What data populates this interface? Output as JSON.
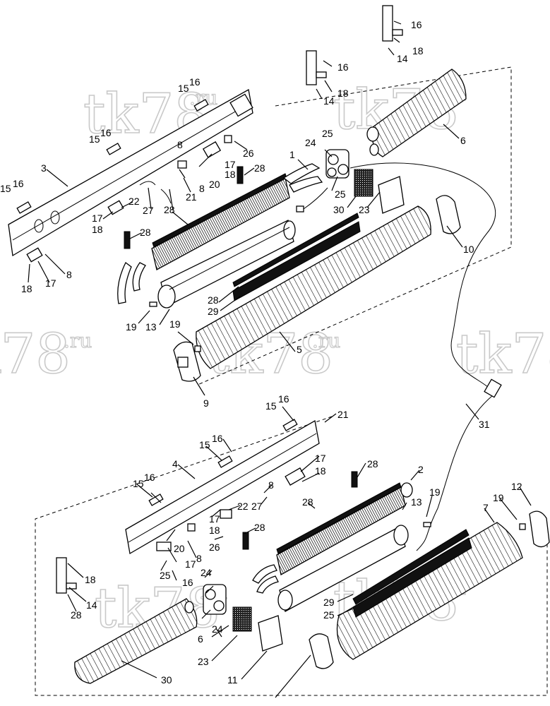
{
  "watermark": {
    "main": "tk78",
    "suffix": ".ru"
  },
  "callouts": [
    {
      "id": "c-16a",
      "text": "16"
    },
    {
      "id": "c-18a",
      "text": "18"
    },
    {
      "id": "c-14a",
      "text": "14"
    },
    {
      "id": "c-16b",
      "text": "16"
    },
    {
      "id": "c-18b",
      "text": "18"
    },
    {
      "id": "c-14b",
      "text": "14"
    },
    {
      "id": "c-16c",
      "text": "16"
    },
    {
      "id": "c-15a",
      "text": "15"
    },
    {
      "id": "c-15b",
      "text": "15"
    },
    {
      "id": "c-16d",
      "text": "16"
    },
    {
      "id": "c-6a",
      "text": "6"
    },
    {
      "id": "c-25a",
      "text": "25"
    },
    {
      "id": "c-24a",
      "text": "24"
    },
    {
      "id": "c-1",
      "text": "1"
    },
    {
      "id": "c-8a",
      "text": "8"
    },
    {
      "id": "c-26a",
      "text": "26"
    },
    {
      "id": "c-17a",
      "text": "17"
    },
    {
      "id": "c-18c",
      "text": "18"
    },
    {
      "id": "c-3",
      "text": "3"
    },
    {
      "id": "c-28a",
      "text": "28"
    },
    {
      "id": "c-15c",
      "text": "15"
    },
    {
      "id": "c-16e",
      "text": "16"
    },
    {
      "id": "c-20a",
      "text": "20"
    },
    {
      "id": "c-21a",
      "text": "21"
    },
    {
      "id": "c-8b",
      "text": "8"
    },
    {
      "id": "c-25b",
      "text": "25"
    },
    {
      "id": "c-22a",
      "text": "22"
    },
    {
      "id": "c-27a",
      "text": "27"
    },
    {
      "id": "c-30a",
      "text": "30"
    },
    {
      "id": "c-23a",
      "text": "23"
    },
    {
      "id": "c-28b",
      "text": "28"
    },
    {
      "id": "c-17b",
      "text": "17"
    },
    {
      "id": "c-18d",
      "text": "18"
    },
    {
      "id": "c-28c",
      "text": "28"
    },
    {
      "id": "c-10",
      "text": "10"
    },
    {
      "id": "c-8c",
      "text": "8"
    },
    {
      "id": "c-18e",
      "text": "18"
    },
    {
      "id": "c-17c",
      "text": "17"
    },
    {
      "id": "c-28d",
      "text": "28"
    },
    {
      "id": "c-29a",
      "text": "29"
    },
    {
      "id": "c-19a",
      "text": "19"
    },
    {
      "id": "c-13a",
      "text": "13"
    },
    {
      "id": "c-19b",
      "text": "19"
    },
    {
      "id": "c-5",
      "text": "5"
    },
    {
      "id": "c-9",
      "text": "9"
    },
    {
      "id": "c-31",
      "text": "31"
    },
    {
      "id": "c-15d",
      "text": "15"
    },
    {
      "id": "c-16f",
      "text": "16"
    },
    {
      "id": "c-21b",
      "text": "21"
    },
    {
      "id": "c-15e",
      "text": "15"
    },
    {
      "id": "c-16g",
      "text": "16"
    },
    {
      "id": "c-4",
      "text": "4"
    },
    {
      "id": "c-17d",
      "text": "17"
    },
    {
      "id": "c-18f",
      "text": "18"
    },
    {
      "id": "c-28e",
      "text": "28"
    },
    {
      "id": "c-2",
      "text": "2"
    },
    {
      "id": "c-15f",
      "text": "15"
    },
    {
      "id": "c-16h",
      "text": "16"
    },
    {
      "id": "c-8d",
      "text": "8"
    },
    {
      "id": "c-22b",
      "text": "22"
    },
    {
      "id": "c-27b",
      "text": "27"
    },
    {
      "id": "c-28f",
      "text": "28"
    },
    {
      "id": "c-13b",
      "text": "13"
    },
    {
      "id": "c-19c",
      "text": "19"
    },
    {
      "id": "c-12",
      "text": "12"
    },
    {
      "id": "c-19d",
      "text": "19"
    },
    {
      "id": "c-7",
      "text": "7"
    },
    {
      "id": "c-17e",
      "text": "17"
    },
    {
      "id": "c-18g",
      "text": "18"
    },
    {
      "id": "c-28g",
      "text": "28"
    },
    {
      "id": "c-26b",
      "text": "26"
    },
    {
      "id": "c-8e",
      "text": "8"
    },
    {
      "id": "c-20b",
      "text": "20"
    },
    {
      "id": "c-17f",
      "text": "17"
    },
    {
      "id": "c-25c",
      "text": "25"
    },
    {
      "id": "c-24b",
      "text": "24"
    },
    {
      "id": "c-16i",
      "text": "16"
    },
    {
      "id": "c-18h",
      "text": "18"
    },
    {
      "id": "c-14c",
      "text": "14"
    },
    {
      "id": "c-28h",
      "text": "28"
    },
    {
      "id": "c-29b",
      "text": "29"
    },
    {
      "id": "c-25d",
      "text": "25"
    },
    {
      "id": "c-24c",
      "text": "24"
    },
    {
      "id": "c-6b",
      "text": "6"
    },
    {
      "id": "c-30b",
      "text": "30"
    },
    {
      "id": "c-23b",
      "text": "23"
    },
    {
      "id": "c-11",
      "text": "11"
    }
  ]
}
